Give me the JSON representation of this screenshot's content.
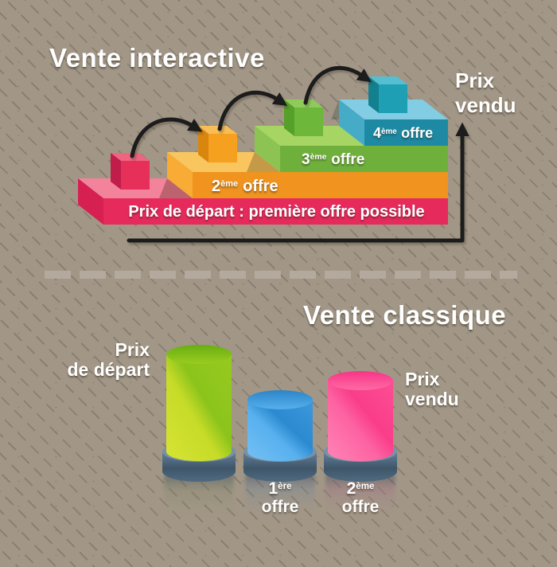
{
  "colors": {
    "background": "#a29787",
    "stripe": "#8f8678",
    "divider_dash": "#b3a99c",
    "arrow_black": "#1c1c1c",
    "text_white": "#ffffff",
    "pedestal_light": "#7a91a2",
    "pedestal_dark": "#41586c"
  },
  "top_section": {
    "title": "Vente interactive",
    "axis_label_line1": "Prix",
    "axis_label_line2": "vendu",
    "steps": [
      {
        "label": "Prix de départ : première offre possible",
        "front": "#e62a5c",
        "top": "#f2839b",
        "side": "#d62052",
        "cube_front": "#e73059",
        "cube_top": "#ef6480",
        "cube_side": "#c11d4b"
      },
      {
        "num": "2",
        "sup": "ème",
        "word": "offre",
        "front": "#f0941f",
        "top": "#f9c55f",
        "side": "#f8ab35",
        "cube_front": "#f5a01f",
        "cube_top": "#f8bd55",
        "cube_side": "#d9860e"
      },
      {
        "num": "3",
        "sup": "ème",
        "word": "offre",
        "front": "#6fb03c",
        "top": "#a6d563",
        "side": "#8cc353",
        "cube_front": "#6db73a",
        "cube_top": "#8fcb5b",
        "cube_side": "#55a028"
      },
      {
        "num": "4",
        "sup": "ème",
        "word": "offre",
        "front": "#1d89a2",
        "top": "#82cde3",
        "side": "#45abc6",
        "cube_front": "#1f9fb4",
        "cube_top": "#55bed1",
        "cube_side": "#13808f"
      }
    ]
  },
  "bottom_section": {
    "title": "Vente classique",
    "start_label_line1": "Prix",
    "start_label_line2": "de départ",
    "sold_label_line1": "Prix",
    "sold_label_line2": "vendu",
    "bars": [
      {
        "name": "prix-depart",
        "color": "#a8d020"
      },
      {
        "num": "1",
        "sup": "ère",
        "word": "offre",
        "color": "#3d9add"
      },
      {
        "num": "2",
        "sup": "ème",
        "word": "offre",
        "color": "#fb4a91"
      }
    ]
  }
}
